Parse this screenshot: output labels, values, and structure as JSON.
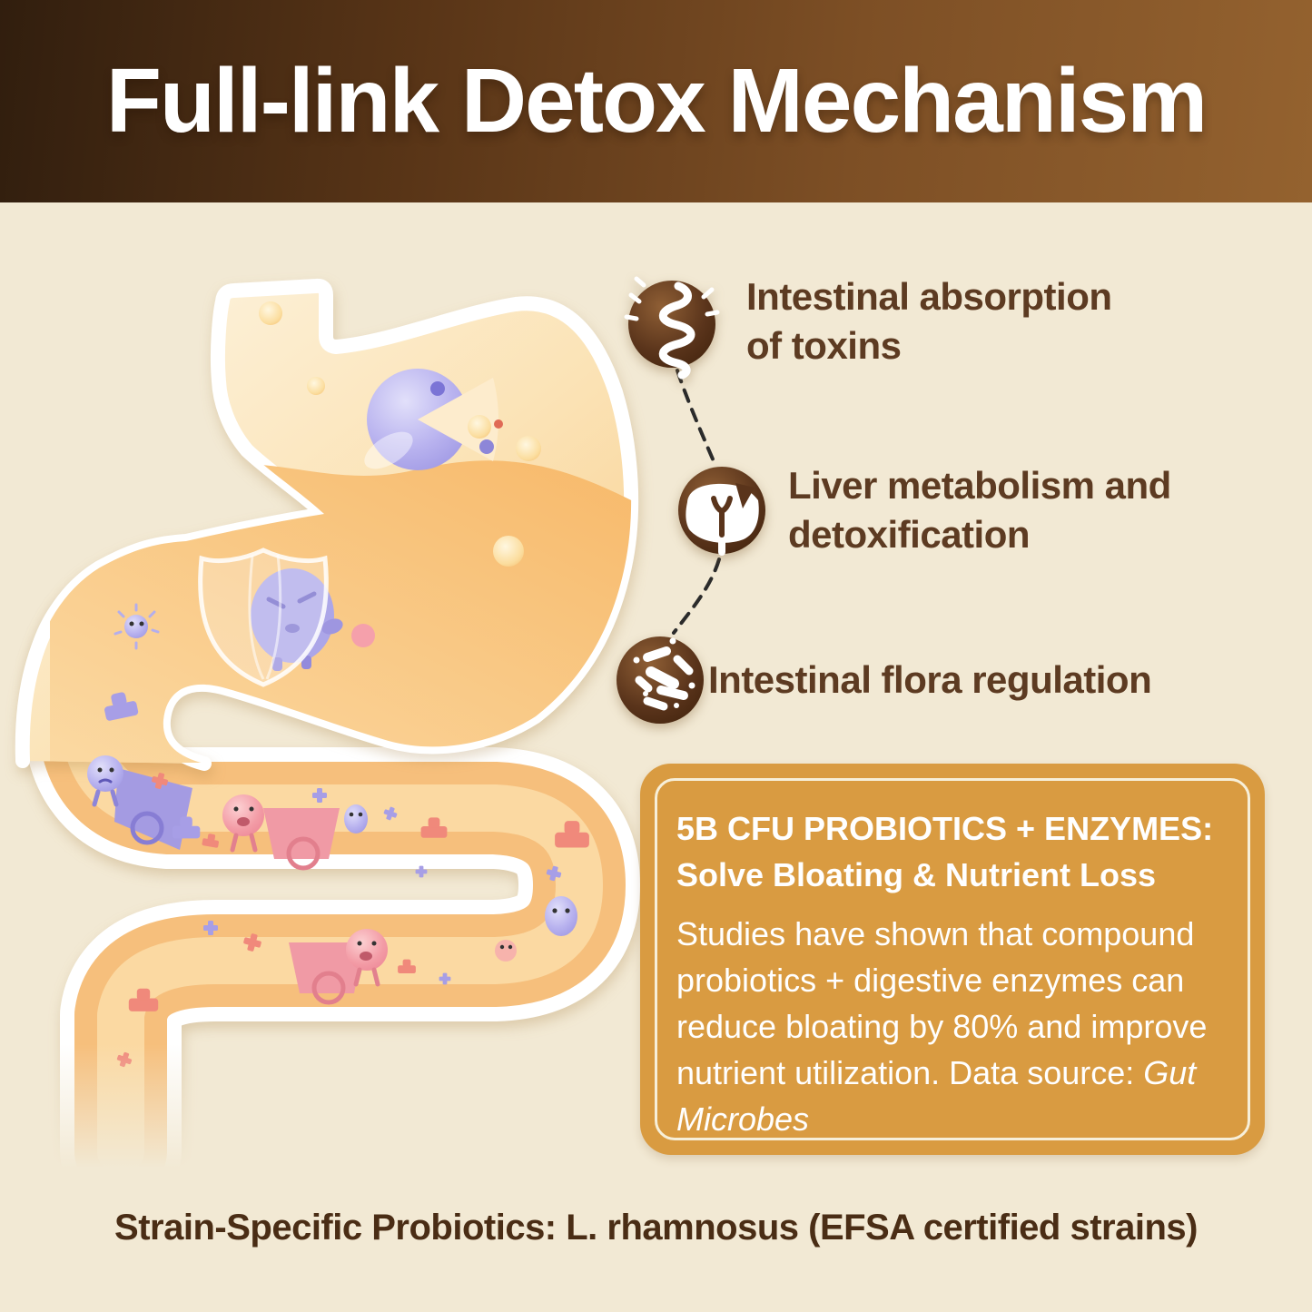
{
  "header": {
    "title": "Full-link Detox Mechanism",
    "bg_gradient": [
      "#311e0e",
      "#94622f"
    ],
    "text_color": "#ffffff"
  },
  "steps": [
    {
      "icon": "intestine-icon",
      "lines": [
        "Intestinal absorption",
        "of toxins"
      ]
    },
    {
      "icon": "liver-icon",
      "lines": [
        "Liver metabolism and",
        "detoxification"
      ]
    },
    {
      "icon": "gut-flora-icon",
      "lines": [
        "Intestinal flora regulation"
      ]
    }
  ],
  "info_box": {
    "bg_color": "#d99b41",
    "border_color": "#f7efd9",
    "title_line1": "5B CFU PROBIOTICS + ENZYMES:",
    "title_line2": "Solve Bloating & Nutrient Loss",
    "body_text": "Studies have shown that compound probiotics + digestive enzymes can reduce bloating by 80% and improve nutrient utilization. Data source: ",
    "body_source_italic": "Gut Microbes"
  },
  "caption": {
    "text": "Strain-Specific Probiotics: L. rhamnosus (EFSA certified strains)"
  },
  "illustration": {
    "subject": "stomach and intestine with probiotic characters",
    "colors": {
      "background": "#f2e9d4",
      "tube_fill": "#f6bf7c",
      "tube_core": "#fcdca6",
      "stomach_light": "#fdf5e3",
      "stomach_liquid": "#f7b96a",
      "outline": "#ffffff",
      "icon_circle_brown": "#5a341b",
      "label_brown": "#5d3b22",
      "caption_brown": "#4a2d15",
      "purple_character": "#aca6e8",
      "pink_character": "#f2939e",
      "salmon_piece": "#f0897b",
      "purple_piece": "#a79ee6"
    }
  }
}
